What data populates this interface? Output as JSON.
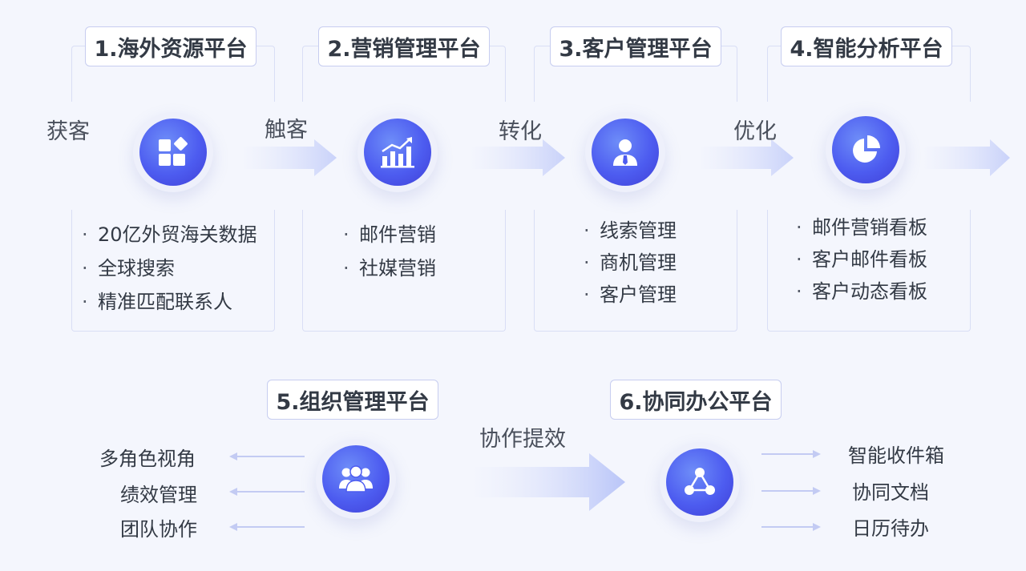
{
  "platforms": [
    {
      "title": "1.海外资源平台",
      "bullets": [
        "20亿外贸海关数据",
        "全球搜索",
        "精准匹配联系人"
      ]
    },
    {
      "title": "2.营销管理平台",
      "bullets": [
        "邮件营销",
        "社媒营销"
      ]
    },
    {
      "title": "3.客户管理平台",
      "bullets": [
        "线索管理",
        "商机管理",
        "客户管理"
      ]
    },
    {
      "title": "4.智能分析平台",
      "bullets": [
        "邮件营销看板",
        "客户邮件看板",
        "客户动态看板"
      ]
    },
    {
      "title": "5.组织管理平台",
      "items": [
        "多角色视角",
        "绩效管理",
        "团队协作"
      ]
    },
    {
      "title": "6.协同办公平台",
      "items": [
        "智能收件箱",
        "协同文档",
        "日历待办"
      ]
    }
  ],
  "stages": [
    "获客",
    "触客",
    "转化",
    "优化"
  ],
  "bottom_stage": "协作提效",
  "bullet_char": "·",
  "icons": [
    "apps-grid-icon",
    "bar-chart-rising-icon",
    "user-tie-icon",
    "pie-chart-icon",
    "user-group-icon",
    "network-nodes-icon"
  ],
  "colors": {
    "accent": "#4d5cf0",
    "panel_border": "#d9def5",
    "background": "#f4f6fd"
  }
}
